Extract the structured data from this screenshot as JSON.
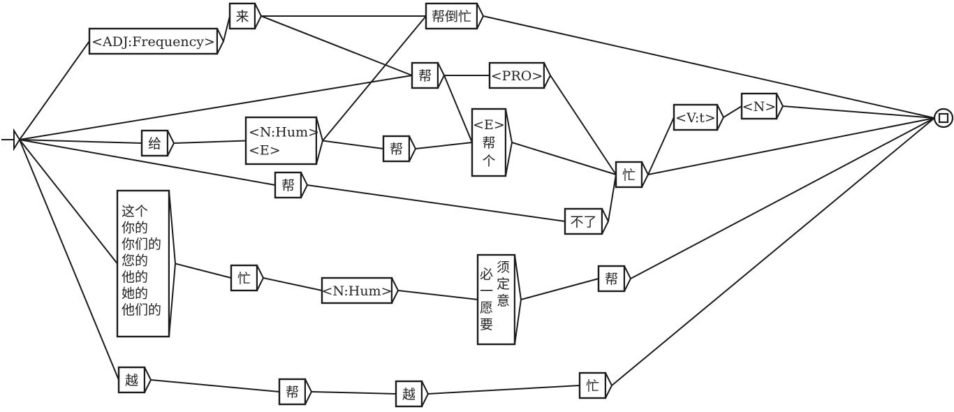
{
  "diagram": {
    "type": "finite-state-graph",
    "initial_state": "start-arrow",
    "final_state": "end-circle",
    "nodes": [
      {
        "id": "adj",
        "lines": [
          "<ADJ:Frequency>"
        ]
      },
      {
        "id": "lai",
        "lines": [
          "来"
        ]
      },
      {
        "id": "bangdaomang",
        "lines": [
          "帮倒忙"
        ]
      },
      {
        "id": "bang1",
        "lines": [
          "帮"
        ]
      },
      {
        "id": "pro",
        "lines": [
          "<PRO>"
        ]
      },
      {
        "id": "gei",
        "lines": [
          "给"
        ]
      },
      {
        "id": "nhum1",
        "lines": [
          "<N:Hum>",
          "<E>"
        ]
      },
      {
        "id": "bang2",
        "lines": [
          "帮"
        ]
      },
      {
        "id": "ebangge",
        "lines": [
          "<E>",
          "帮",
          "个"
        ]
      },
      {
        "id": "mang1",
        "lines": [
          "忙"
        ]
      },
      {
        "id": "vt",
        "lines": [
          "<V:t>"
        ]
      },
      {
        "id": "n",
        "lines": [
          "<N>"
        ]
      },
      {
        "id": "bang3",
        "lines": [
          "帮"
        ]
      },
      {
        "id": "buliao",
        "lines": [
          "不了"
        ]
      },
      {
        "id": "pron",
        "lines": [
          "这个",
          "你的",
          "你们的",
          "您的",
          "他的",
          "她的",
          "他们的"
        ]
      },
      {
        "id": "mang2",
        "lines": [
          "忙"
        ]
      },
      {
        "id": "nhum2",
        "lines": [
          "<N:Hum>"
        ]
      },
      {
        "id": "modal",
        "lines": [
          "必须",
          "一定",
          "愿意",
          "要"
        ]
      },
      {
        "id": "bang4",
        "lines": [
          "帮"
        ]
      },
      {
        "id": "yue1",
        "lines": [
          "越"
        ]
      },
      {
        "id": "bang5",
        "lines": [
          "帮"
        ]
      },
      {
        "id": "yue2",
        "lines": [
          "越"
        ]
      },
      {
        "id": "mang3",
        "lines": [
          "忙"
        ]
      }
    ],
    "edges": [
      [
        "start",
        "adj"
      ],
      [
        "start",
        "bang1"
      ],
      [
        "start",
        "gei"
      ],
      [
        "start",
        "bang3"
      ],
      [
        "start",
        "pron"
      ],
      [
        "start",
        "yue1"
      ],
      [
        "adj",
        "lai"
      ],
      [
        "lai",
        "bangdaomang"
      ],
      [
        "lai",
        "bang1"
      ],
      [
        "bangdaomang",
        "end"
      ],
      [
        "bang1",
        "pro"
      ],
      [
        "bang1",
        "ebangge"
      ],
      [
        "pro",
        "mang1"
      ],
      [
        "gei",
        "nhum1"
      ],
      [
        "nhum1",
        "bangdaomang"
      ],
      [
        "nhum1",
        "bang2"
      ],
      [
        "bang2",
        "ebangge"
      ],
      [
        "ebangge",
        "mang1"
      ],
      [
        "mang1",
        "vt"
      ],
      [
        "mang1",
        "end"
      ],
      [
        "vt",
        "n"
      ],
      [
        "n",
        "end"
      ],
      [
        "bang3",
        "buliao"
      ],
      [
        "buliao",
        "mang1"
      ],
      [
        "pron",
        "mang2"
      ],
      [
        "mang2",
        "nhum2"
      ],
      [
        "nhum2",
        "modal"
      ],
      [
        "modal",
        "bang4"
      ],
      [
        "bang4",
        "end"
      ],
      [
        "yue1",
        "bang5"
      ],
      [
        "bang5",
        "yue2"
      ],
      [
        "yue2",
        "mang3"
      ],
      [
        "mang3",
        "end"
      ]
    ]
  }
}
